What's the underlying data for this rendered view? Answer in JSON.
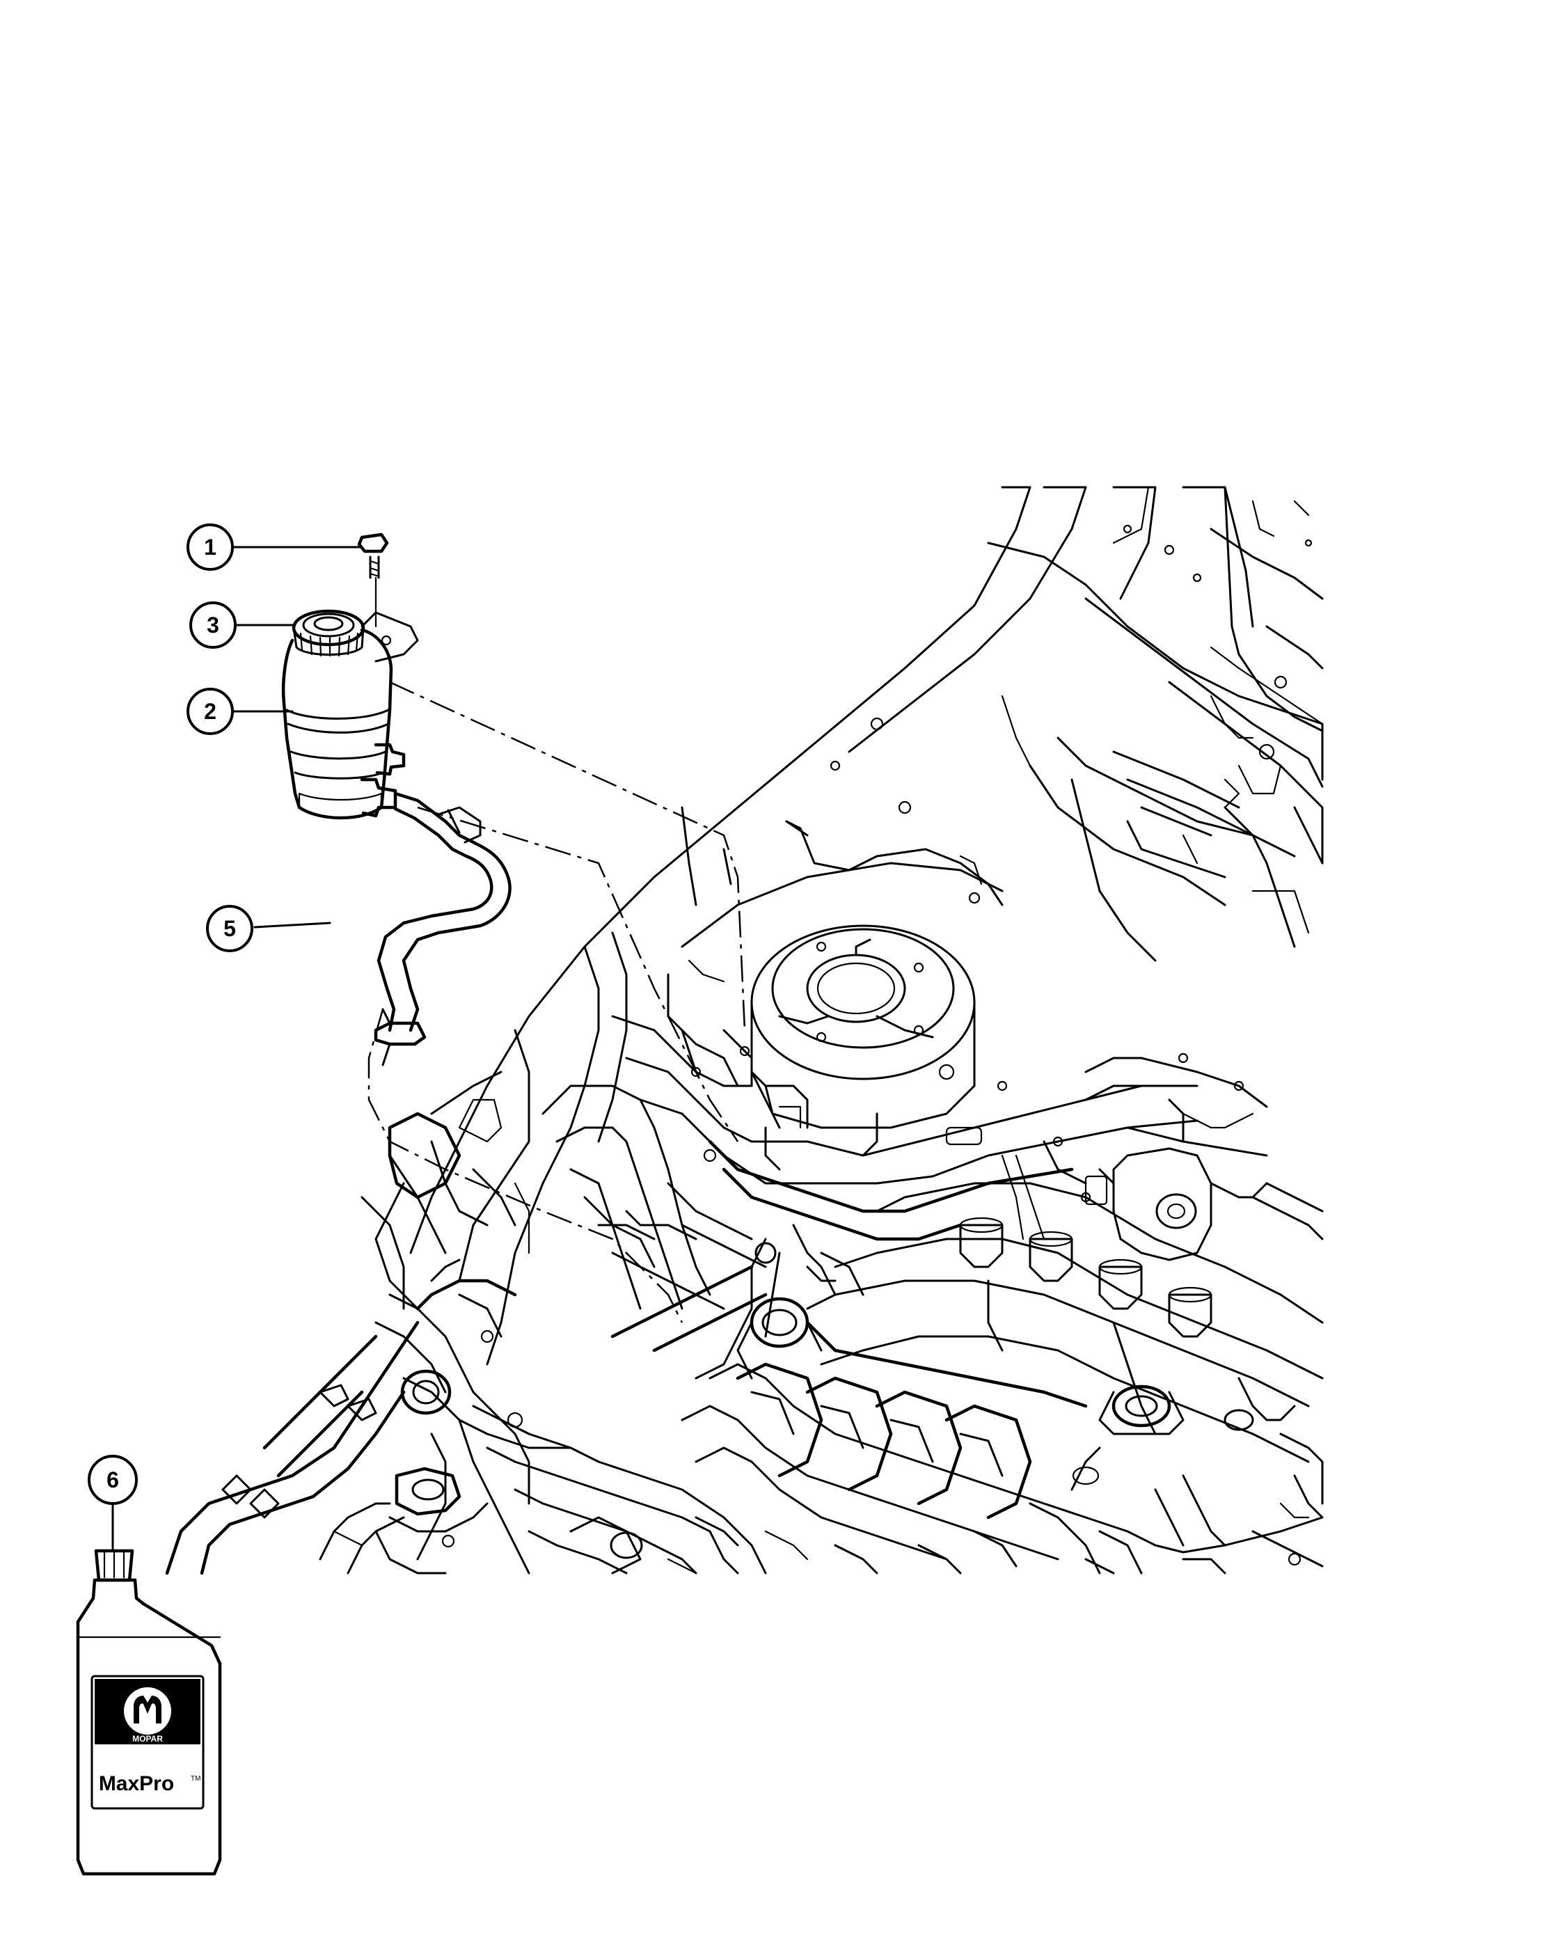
{
  "callouts": [
    {
      "id": "c1",
      "number": "1",
      "part": "bolt"
    },
    {
      "id": "c2",
      "number": "2",
      "part": "reservoir"
    },
    {
      "id": "c3",
      "number": "3",
      "part": "cap"
    },
    {
      "id": "c5",
      "number": "5",
      "part": "hose"
    },
    {
      "id": "c6",
      "number": "6",
      "part": "fluid-bottle"
    }
  ],
  "bottle": {
    "brand": "MOPAR",
    "product": "MaxPro",
    "trademark": "TM"
  },
  "colors": {
    "ink": "#000000",
    "paper": "#ffffff"
  },
  "icons": [
    "mopar-logo-icon"
  ]
}
